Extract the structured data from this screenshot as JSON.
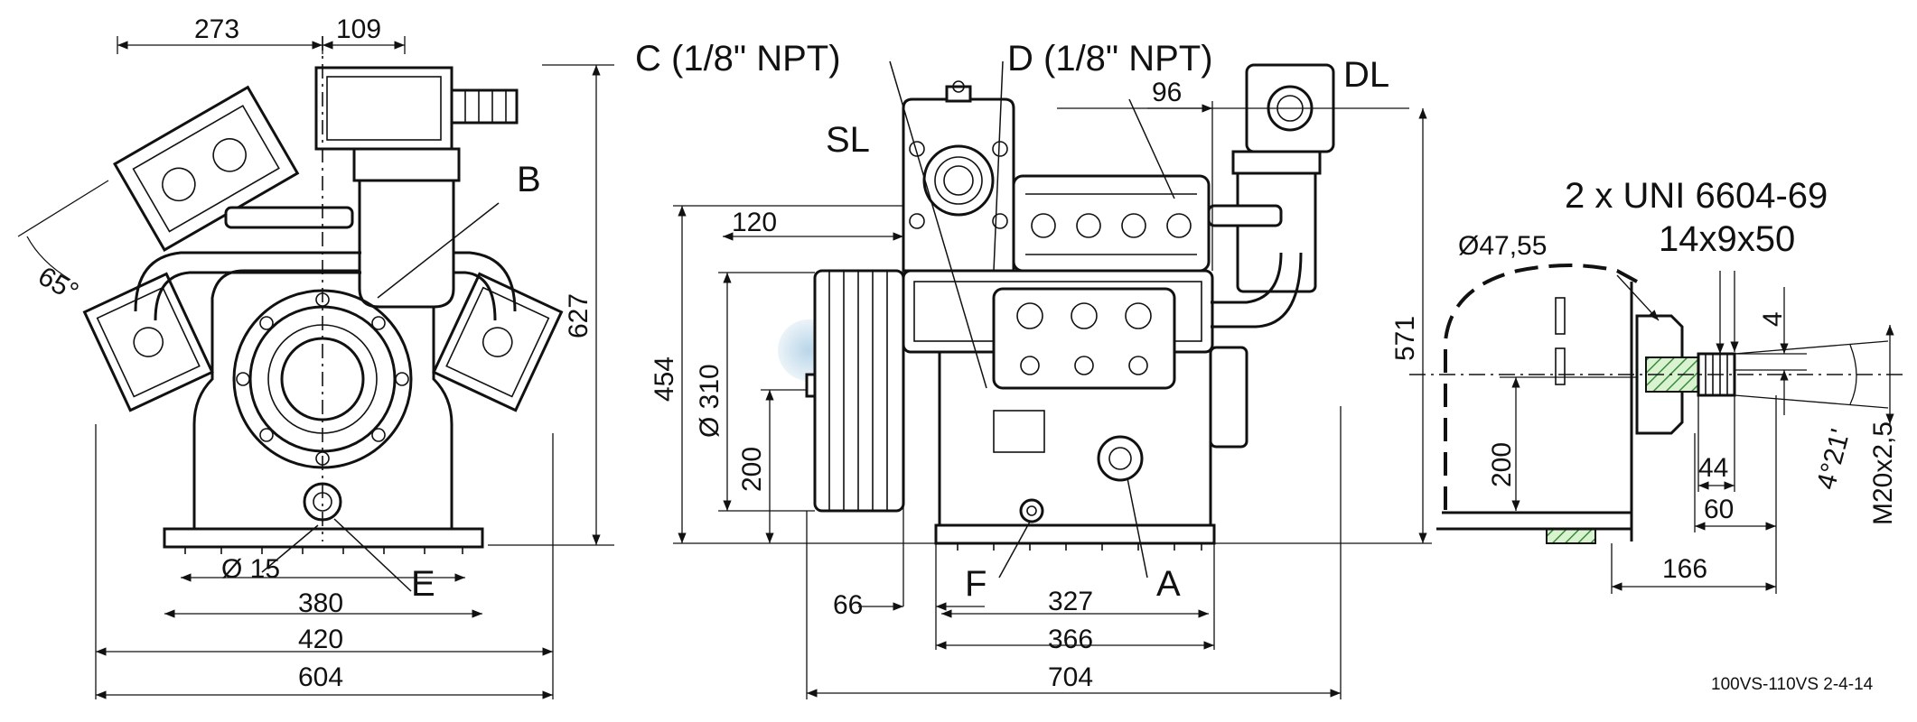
{
  "drawing": {
    "code": "100VS-110VS 2-4-14",
    "labels": {
      "c": "C (1/8\" NPT)",
      "d": "D (1/8\" NPT)",
      "sl": "SL",
      "dl": "DL",
      "b": "B",
      "e": "E",
      "f": "F",
      "a": "A",
      "uni_line1": "2 x UNI 6604-69",
      "uni_line2": "14x9x50"
    },
    "dimensions": {
      "front_273": "273",
      "front_109": "109",
      "front_627": "627",
      "front_angle": "65°",
      "front_hole": "Ø 15",
      "front_380": "380",
      "front_420": "420",
      "front_604": "604",
      "side_96": "96",
      "side_120": "120",
      "side_454": "454",
      "side_pulley": "Ø 310",
      "side_200": "200",
      "side_571": "571",
      "side_66": "66",
      "side_327": "327",
      "side_366": "366",
      "side_704": "704",
      "shaft_dia": "Ø47,55",
      "shaft_4": "4",
      "shaft_200": "200",
      "shaft_44": "44",
      "shaft_60": "60",
      "shaft_166": "166",
      "shaft_angle": "4°21'",
      "shaft_thread": "M20x2,5"
    }
  }
}
